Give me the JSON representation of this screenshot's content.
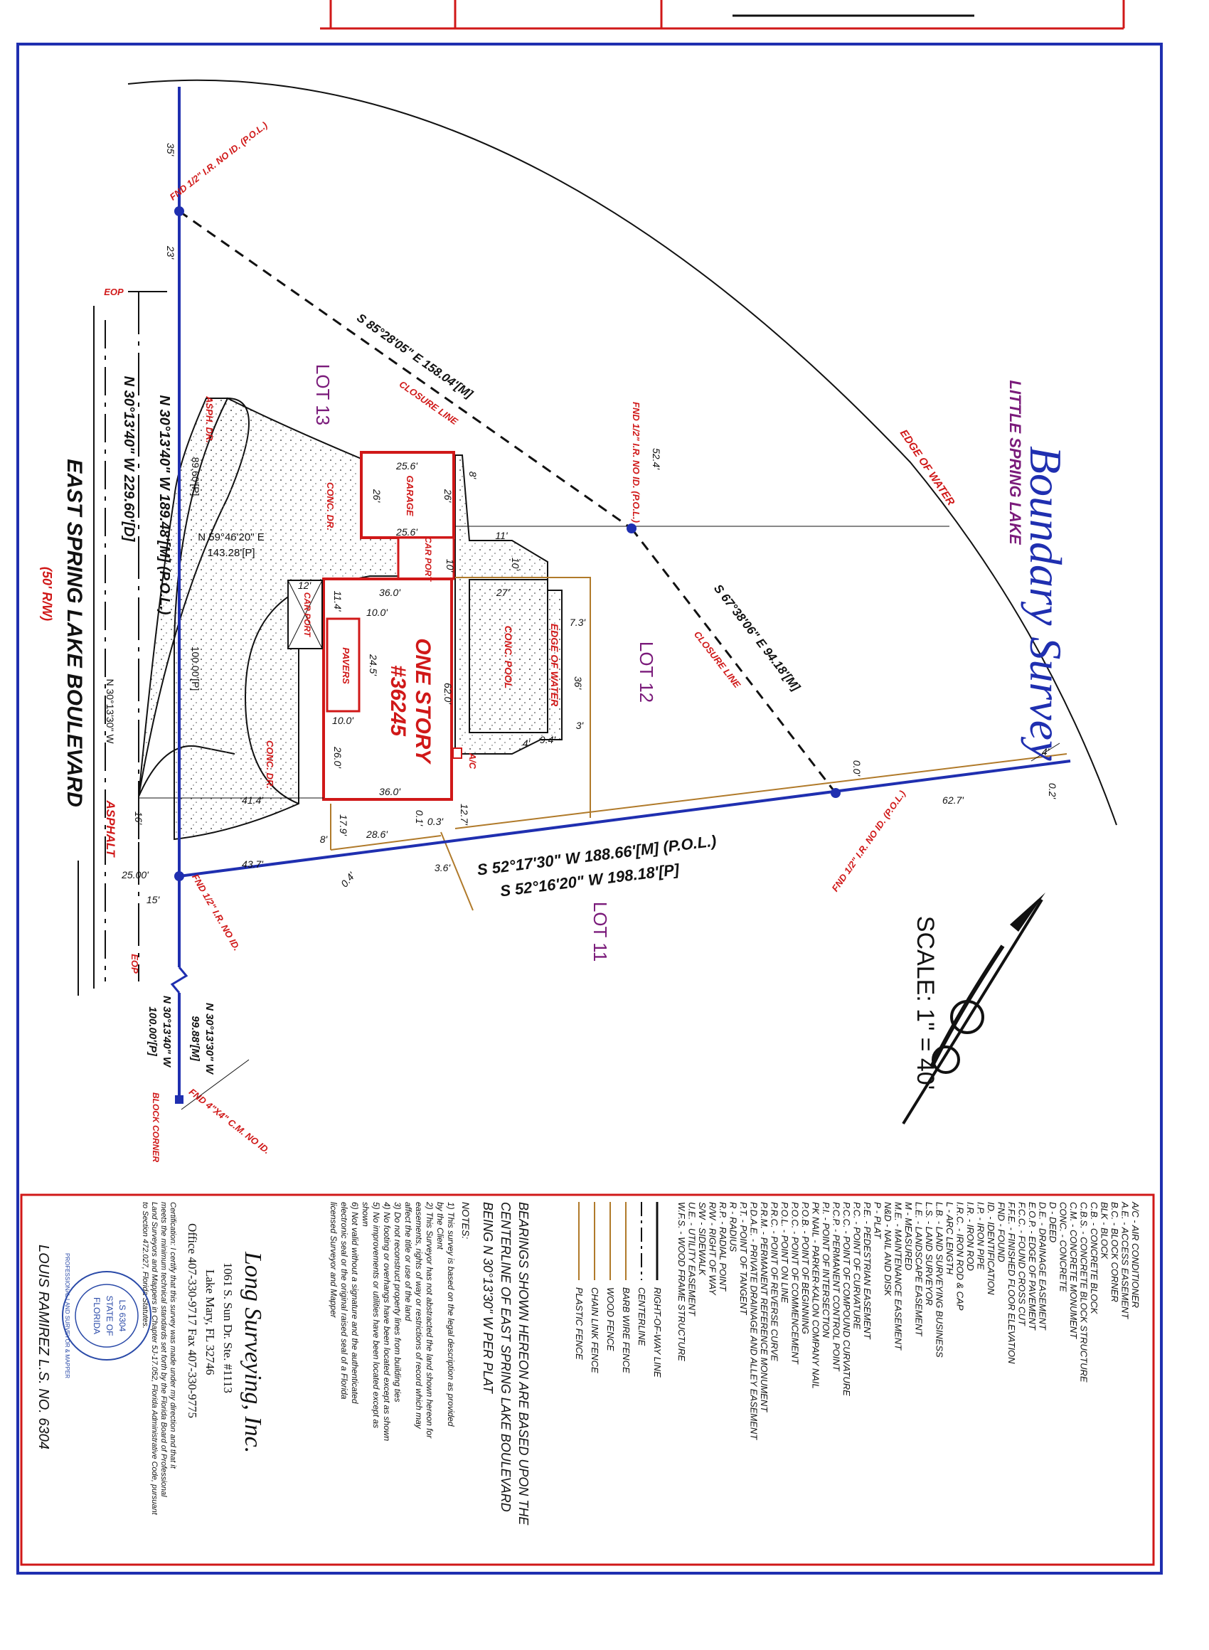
{
  "title": "Boundary Survey",
  "scale": "SCALE: 1\" = 40'",
  "lake": "LITTLE SPRING LAKE",
  "edge_of_water": "EDGE OF WATER",
  "lots": {
    "lot13": "LOT 13",
    "lot12": "LOT 12",
    "lot11": "LOT 11"
  },
  "road": {
    "name": "EAST SPRING LAKE BOULEVARD",
    "row": "(50' R/W)",
    "asphalt": "ASPHALT"
  },
  "house": {
    "label": "ONE STORY",
    "number": "#36245"
  },
  "structures": {
    "garage": "GARAGE",
    "carport1": "CAR PORT",
    "carport2": "CAR PORT",
    "pavers": "PAVERS",
    "pool": "CONC. POOL",
    "pool_water": "EDGE OF WATER",
    "conc_dr1": "CONC. DR.",
    "conc_dr2": "CONC. DR.",
    "asph_dr": "ASPH. DR.",
    "ac": "A/C"
  },
  "courses": {
    "north_west_m": "N 30°13'40\" W   189.48'[M] (P.O.L.)",
    "north_west_d": "N 30°13'40\" W   229.60'[D]",
    "north_east": "N 59°46'20\" E",
    "north_east_p": "143.28'[P]",
    "closure1": "S 85°28'05\" E   158.04'[M]",
    "closure_line": "CLOSURE LINE",
    "closure2": "S 67°38'06\" E   94.18'[M]",
    "south_m": "S 52°17'30\" W   188.66'[M] (P.O.L.)",
    "south_p": "S 52°16'20\" W   198.18'[P]",
    "south_ext1": "N 30°13'30\" W",
    "south_ext1_m": "99.88'[M]",
    "south_ext2": "N 30°13'40\" W",
    "south_ext2_p": "100.00'[P]",
    "centerline": "N 30°13'30\" W",
    "dim_89": "89.60'[P]",
    "dim_100": "100.00'[P]"
  },
  "monuments": {
    "m1": "FND 1/2\" I.R. NO ID. (P.O.L.)",
    "m2": "FND 1/2\" I.R. NO ID. (P.O.L.)",
    "m3": "FND 1/2\" I.R. NO ID. (P.O.L.)",
    "m4": "FND 1/2\" I.R. NO ID.",
    "m5": "FND 4\"X4\" C.M. NO ID.",
    "block_corner": "BLOCK CORNER",
    "eop1": "EOP",
    "eop2": "EOP"
  },
  "dims": {
    "d35": "35'",
    "d23": "23'",
    "d25": "25.00'",
    "d15": "15'",
    "d16": "16'",
    "d41": "41.4'",
    "d43": "43.7'",
    "g256a": "25.6'",
    "g256b": "25.6'",
    "g26a": "26'",
    "g26b": "26'",
    "d8": "8'",
    "d11": "11'",
    "d10a": "10'",
    "d10b": "10'",
    "d27": "27'",
    "d73": "7.3'",
    "d36": "36'",
    "d3": "3'",
    "d94": "9.4'",
    "d4": "4'",
    "d360a": "36.0'",
    "d360b": "36.0'",
    "d620": "62.0'",
    "d100a": "10.0'",
    "d100b": "10.0'",
    "d245": "24.5'",
    "d260": "26.0'",
    "d114": "11.4'",
    "d12": "12'",
    "d179": "17.9'",
    "d286": "28.6'",
    "d8b": "8'",
    "d01": "0.1'",
    "d03": "0.3'",
    "d127": "12.7'",
    "d36b": "3.6'",
    "d04": "0.4'",
    "d627": "62.7'",
    "d00": "0.0'",
    "d4b": "4'",
    "d02": "0.2'",
    "d524": "52.4'"
  },
  "legend": [
    "A/C - AIR CONDITIONER",
    "A.E. - ACCESS EASEMENT",
    "B.C. - BLOCK CORNER",
    "BLK - BLOCK",
    "C.B. - CONCRETE BLOCK",
    "C.B.S. - CONCRETE BLOCK STRUCTURE",
    "C.M. - CONCRETE MONUMENT",
    "CONC. - CONCRETE",
    "D - DEED",
    "D.E. - DRAINAGE EASEMENT",
    "E.O.P. - EDGE OF PAVEMENT",
    "F.C.C. - FOUND CROSS CUT",
    "F.F.E. - FINISHED FLOOR ELEVATION",
    "FND - FOUND",
    "ID. - IDENTIFICATION",
    "I.P. - IRON PIPE",
    "I.R. - IRON ROD",
    "I.R.C. - IRON ROD & CAP",
    "L - ARC LENGTH",
    "L.B. - LAND SURVEYING BUSINESS",
    "L.S. - LAND SURVEYOR",
    "L.E. - LANDSCAPE EASEMENT",
    "M - MEASURED",
    "M.E. - MAINTENANCE EASEMENT",
    "N&D - NAIL AND DISK",
    "P - PLAT",
    "P.E. - PEDESTRIAN EASEMENT",
    "P.C. - POINT OF CURVATURE",
    "P.C.C. - POINT OF COMPOUND CURVATURE",
    "P.C.P. - PERMANENT CONTROL POINT",
    "P.I. - POINT OF INTERSECTION",
    "PK NAIL - PARKER-KALON COMPANY NAIL",
    "P.O.B. - POINT OF BEGINNING",
    "P.O.C. - POINT OF COMMENCEMENT",
    "P.O.L. - POINT ON LINE",
    "P.R.C. - POINT OF REVERSE CURVE",
    "P.R.M. - PERMANENT REFERENCE MONUMENT",
    "P.D.A.E. - PRIVATE DRAINAGE AND ALLEY EASEMENT",
    "P.T. - POINT OF TANGENT",
    "R - RADIUS",
    "R.P. - RADIAL POINT",
    "R/W - RIGHT OF WAY",
    "S/W - SIDEWALK",
    "U.E. - UTILITY EASEMENT",
    "W.F.S. - WOOD FRAME STRUCTURE"
  ],
  "line_legend": [
    "RIGHT-OF-WAY LINE",
    "CENTERLINE",
    "BARB WIRE FENCE",
    "WOOD FENCE",
    "CHAIN LINK FENCE",
    "PLASTIC FENCE"
  ],
  "bearings_note": "BEARINGS SHOWN HEREON ARE BASED UPON THE CENTERLINE OF EAST SPRING LAKE BOULEVARD BEING N 30°13'30\" W PER PLAT",
  "notes_title": "NOTES:",
  "notes": [
    "1) This survey is based on the legal description as provided by the Client",
    "2) This Surveyor has not abstracted the land shown hereon for easements, rights of way or restrictions of record which may affect the title or use of the land",
    "3) Do not reconstruct property lines from building ties",
    "4) No footing or overhangs have been located except as shown",
    "5) No improvements or utilities have been located except as shown",
    "6) Not valid without a signature and the authenticated electronic seal or the original raised seal of a Florida licensed Surveyor and Mapper"
  ],
  "company": {
    "name": "Long Surveying, Inc.",
    "address1": "1061 S. Sun Dr. Ste. #1113",
    "address2": "Lake Mary, FL 32746",
    "phone": "Office 407-330-9717 Fax 407-330-9775"
  },
  "certification": "Certification: I certify that this survey was made under my direction and that it meets the minimum technical standards set forth by the Florida Board of Professional Land Surveyors and Mappers in Chapter 5J-17.052, Florida Administrative Code, pursuant to Section 472.027, Florida Statutes.",
  "signer": "LOUIS RAMIREZ   L.S. NO. 6304",
  "seal": {
    "top": "LS 6304",
    "state": "STATE OF",
    "florida": "FLORIDA",
    "ring": "PROFESSIONAL LAND SURVEYOR & MAPPER"
  },
  "colors": {
    "boundary": "#1f2fb0",
    "red": "#d01818",
    "fence": "#b07a2a",
    "lot": "#7a1a7a"
  }
}
